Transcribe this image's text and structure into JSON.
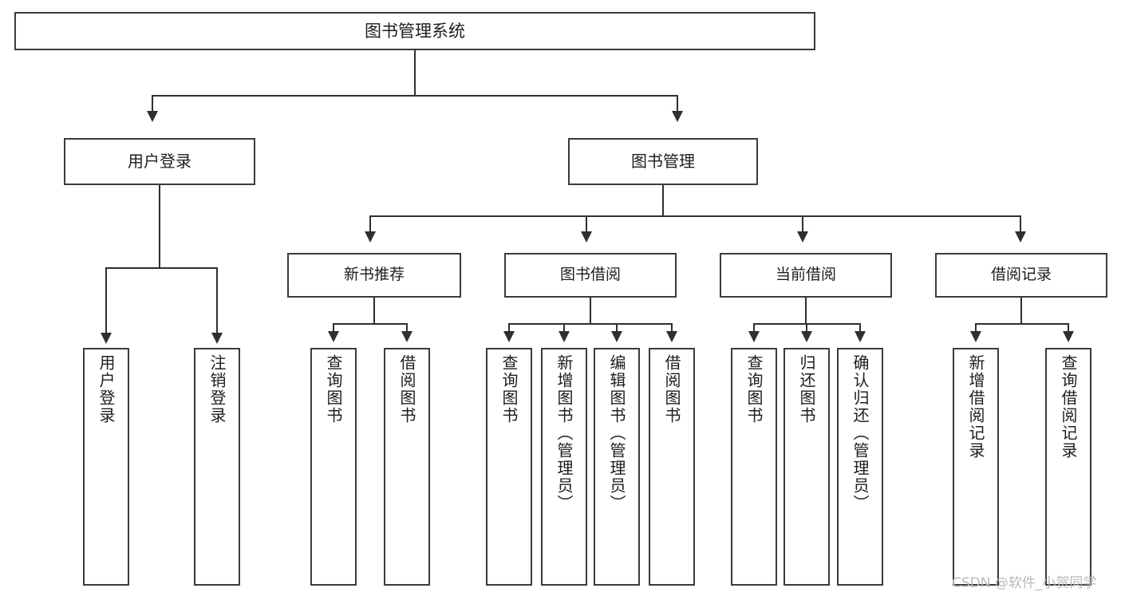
{
  "diagram": {
    "title": "图书管理系统",
    "type": "hierarchy-tree",
    "colors": {
      "box_border": "#3b3b3f",
      "connector": "#2f2f33",
      "background": "#ffffff",
      "text": "#1d1d1f",
      "watermark": "#b9b9bd"
    },
    "root": {
      "label": "图书管理系统"
    },
    "level2": [
      {
        "id": "user-login",
        "label": "用户登录"
      },
      {
        "id": "book-manage",
        "label": "图书管理"
      }
    ],
    "level3": [
      {
        "id": "new-book-recommend",
        "label": "新书推荐"
      },
      {
        "id": "book-borrow",
        "label": "图书借阅"
      },
      {
        "id": "current-borrow",
        "label": "当前借阅"
      },
      {
        "id": "borrow-record",
        "label": "借阅记录"
      }
    ],
    "leaves": {
      "user_login": [
        {
          "id": "leaf-user-login",
          "label": "用户登录"
        },
        {
          "id": "leaf-logout-login",
          "label": "注销登录"
        }
      ],
      "new_book_recommend": [
        {
          "id": "leaf-query-book-1",
          "label": "查询图书"
        },
        {
          "id": "leaf-borrow-book-1",
          "label": "借阅图书"
        }
      ],
      "book_borrow": [
        {
          "id": "leaf-query-book-2",
          "label": "查询图书"
        },
        {
          "id": "leaf-add-book",
          "label": "新增图书（管理员）"
        },
        {
          "id": "leaf-edit-book",
          "label": "编辑图书（管理员）"
        },
        {
          "id": "leaf-borrow-book-2",
          "label": "借阅图书"
        }
      ],
      "current_borrow": [
        {
          "id": "leaf-query-book-3",
          "label": "查询图书"
        },
        {
          "id": "leaf-return-book",
          "label": "归还图书"
        },
        {
          "id": "leaf-confirm-return",
          "label": "确认归还（管理员）"
        }
      ],
      "borrow_record": [
        {
          "id": "leaf-add-borrow-record",
          "label": "新增借阅记录"
        },
        {
          "id": "leaf-query-borrow-record",
          "label": "查询借阅记录"
        }
      ]
    },
    "watermark": "CSDN @软件_小贺同学"
  }
}
